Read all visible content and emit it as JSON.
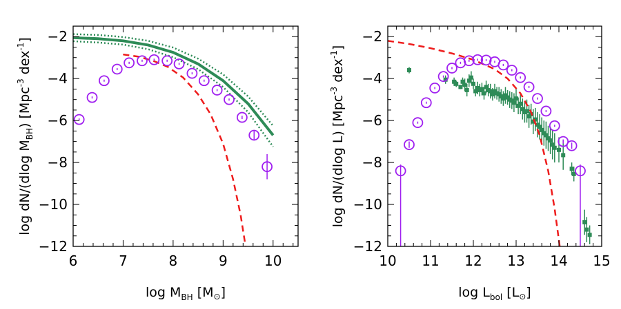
{
  "chart_data": [
    {
      "type": "line",
      "xlabel": "log M",
      "xlabel_sub": "BH",
      "xlabel_unit_open": " [M",
      "xlabel_unit_sym": "⊙",
      "xlabel_unit_close": "]",
      "ylabel": "log dN/(dlog M",
      "ylabel_sub": "BH",
      "ylabel_tail": ") [Mpc",
      "ylabel_sup1": "-3",
      "ylabel_mid": " dex",
      "ylabel_sup2": "-1",
      "ylabel_end": "]",
      "xlim": [
        6,
        10.5
      ],
      "ylim": [
        -12,
        -1.5
      ],
      "xticks": [
        6,
        7,
        8,
        9,
        10
      ],
      "xtick_labels": [
        "6",
        "7",
        "8",
        "9",
        "10"
      ],
      "yticks": [
        -12,
        -10,
        -8,
        -6,
        -4,
        -2
      ],
      "ytick_labels": [
        "−12",
        "−10",
        "−8",
        "−6",
        "−4",
        "−2"
      ],
      "colors": {
        "green": "#2e8b57",
        "red": "#ee1c1c",
        "purple": "#a020f0"
      },
      "green_solid": {
        "x": [
          6.0,
          6.5,
          7.0,
          7.5,
          8.0,
          8.5,
          9.0,
          9.5,
          10.0
        ],
        "y": [
          -2.05,
          -2.1,
          -2.2,
          -2.4,
          -2.75,
          -3.3,
          -4.1,
          -5.2,
          -6.7
        ]
      },
      "green_dotted_upper": {
        "x": [
          6.0,
          6.5,
          7.0,
          7.5,
          8.0,
          8.5,
          9.0,
          9.5,
          10.0
        ],
        "y": [
          -1.88,
          -1.92,
          -2.02,
          -2.2,
          -2.52,
          -3.05,
          -3.8,
          -4.85,
          -6.25
        ]
      },
      "green_dotted_lower": {
        "x": [
          6.0,
          6.5,
          7.0,
          7.5,
          8.0,
          8.5,
          9.0,
          9.5,
          10.0
        ],
        "y": [
          -2.22,
          -2.28,
          -2.38,
          -2.6,
          -2.98,
          -3.55,
          -4.4,
          -5.6,
          -7.25
        ]
      },
      "red_dashed": {
        "x": [
          7.0,
          7.3,
          7.6,
          7.9,
          8.2,
          8.5,
          8.75,
          9.0,
          9.2,
          9.35,
          9.45
        ],
        "y": [
          -2.85,
          -2.95,
          -3.15,
          -3.45,
          -3.95,
          -4.75,
          -5.7,
          -7.1,
          -8.8,
          -10.5,
          -12.0
        ]
      },
      "purple_circles": {
        "x": [
          6.12,
          6.38,
          6.62,
          6.88,
          7.12,
          7.38,
          7.62,
          7.88,
          8.12,
          8.38,
          8.62,
          8.88,
          9.12,
          9.38,
          9.62,
          9.88
        ],
        "y": [
          -5.95,
          -4.9,
          -4.1,
          -3.55,
          -3.25,
          -3.15,
          -3.1,
          -3.15,
          -3.3,
          -3.75,
          -4.1,
          -4.55,
          -5.0,
          -5.85,
          -6.7,
          -8.2
        ],
        "yerr": [
          0.05,
          0.05,
          0.05,
          0.05,
          0.05,
          0.05,
          0.05,
          0.05,
          0.05,
          0.05,
          0.05,
          0.05,
          0.05,
          0.08,
          0.2,
          0.6
        ]
      }
    },
    {
      "type": "scatter",
      "xlabel": "log L",
      "xlabel_sub": "bol",
      "xlabel_unit_open": " [L",
      "xlabel_unit_sym": "⊙",
      "xlabel_unit_close": "]",
      "ylabel": "log dN/(dlog L) [Mpc",
      "ylabel_sup1": "-3",
      "ylabel_mid": " dex",
      "ylabel_sup2": "-1",
      "ylabel_end": "]",
      "xlim": [
        10,
        15
      ],
      "ylim": [
        -12,
        -1.5
      ],
      "xticks": [
        10,
        11,
        12,
        13,
        14,
        15
      ],
      "xtick_labels": [
        "10",
        "11",
        "12",
        "13",
        "14",
        "15"
      ],
      "yticks": [
        -12,
        -10,
        -8,
        -6,
        -4,
        -2
      ],
      "ytick_labels": [
        "−12",
        "−10",
        "−8",
        "−6",
        "−4",
        "−2"
      ],
      "red_dashed": {
        "x": [
          10.0,
          10.5,
          11.0,
          11.5,
          12.0,
          12.5,
          12.8,
          13.1,
          13.35,
          13.55,
          13.75,
          13.9,
          14.02
        ],
        "y": [
          -2.2,
          -2.35,
          -2.55,
          -2.8,
          -3.1,
          -3.55,
          -4.0,
          -4.7,
          -5.6,
          -6.7,
          -8.4,
          -10.2,
          -12.0
        ]
      },
      "purple_circles": {
        "x": [
          10.3,
          10.5,
          10.7,
          10.9,
          11.1,
          11.3,
          11.5,
          11.7,
          11.9,
          12.1,
          12.3,
          12.5,
          12.7,
          12.9,
          13.1,
          13.3,
          13.5,
          13.7,
          13.9,
          14.1,
          14.3,
          14.5
        ],
        "y": [
          -8.4,
          -7.15,
          -6.1,
          -5.15,
          -4.45,
          -3.9,
          -3.5,
          -3.25,
          -3.15,
          -3.1,
          -3.12,
          -3.2,
          -3.35,
          -3.6,
          -3.95,
          -4.4,
          -4.95,
          -5.55,
          -6.25,
          -7.0,
          -7.2,
          -8.4
        ],
        "yerr_up": [
          0.3,
          0.15,
          0.05,
          0.05,
          0.05,
          0.05,
          0.05,
          0.05,
          0.05,
          0.05,
          0.05,
          0.05,
          0.05,
          0.05,
          0.05,
          0.05,
          0.05,
          0.05,
          0.05,
          0.1,
          0.15,
          0.3
        ],
        "yerr_down": [
          4.0,
          0.15,
          0.05,
          0.05,
          0.05,
          0.05,
          0.05,
          0.05,
          0.05,
          0.05,
          0.05,
          0.05,
          0.05,
          0.05,
          0.05,
          0.05,
          0.05,
          0.05,
          0.05,
          0.1,
          0.15,
          4.0
        ]
      },
      "green_squares": {
        "x": [
          10.5,
          11.35,
          11.55,
          11.6,
          11.7,
          11.75,
          11.8,
          11.85,
          11.9,
          11.95,
          12.0,
          12.05,
          12.1,
          12.15,
          12.2,
          12.25,
          12.3,
          12.35,
          12.4,
          12.45,
          12.5,
          12.55,
          12.6,
          12.65,
          12.7,
          12.75,
          12.8,
          12.85,
          12.9,
          12.95,
          13.0,
          13.05,
          13.1,
          13.15,
          13.2,
          13.25,
          13.3,
          13.35,
          13.4,
          13.45,
          13.5,
          13.55,
          13.6,
          13.65,
          13.7,
          13.75,
          13.8,
          13.85,
          13.9,
          14.0,
          14.1,
          14.3,
          14.35,
          14.6,
          14.65,
          14.72
        ],
        "y": [
          -3.6,
          -4.05,
          -4.15,
          -4.25,
          -4.4,
          -4.15,
          -4.3,
          -4.55,
          -4.1,
          -3.95,
          -4.25,
          -4.6,
          -4.45,
          -4.55,
          -4.5,
          -4.7,
          -4.4,
          -4.55,
          -4.6,
          -4.75,
          -4.6,
          -4.7,
          -4.75,
          -4.85,
          -4.95,
          -4.8,
          -4.9,
          -5.0,
          -5.05,
          -5.15,
          -4.95,
          -5.3,
          -5.2,
          -5.45,
          -5.6,
          -5.55,
          -5.8,
          -5.7,
          -6.05,
          -5.95,
          -6.2,
          -6.3,
          -6.45,
          -6.6,
          -6.7,
          -6.85,
          -6.95,
          -7.15,
          -7.3,
          -7.4,
          -7.65,
          -8.3,
          -8.55,
          -10.85,
          -11.2,
          -11.45
        ],
        "yerr": [
          0.15,
          0.2,
          0.2,
          0.15,
          0.1,
          0.2,
          0.3,
          0.3,
          0.3,
          0.3,
          0.25,
          0.25,
          0.3,
          0.3,
          0.3,
          0.3,
          0.3,
          0.3,
          0.35,
          0.3,
          0.35,
          0.3,
          0.35,
          0.35,
          0.35,
          0.4,
          0.35,
          0.4,
          0.4,
          0.45,
          0.45,
          0.4,
          0.5,
          0.5,
          0.5,
          0.55,
          0.55,
          0.5,
          0.6,
          0.55,
          0.6,
          0.6,
          0.6,
          0.6,
          0.65,
          0.6,
          0.65,
          0.7,
          0.7,
          0.6,
          0.7,
          0.3,
          0.35,
          0.6,
          0.6,
          0.45
        ]
      }
    }
  ]
}
